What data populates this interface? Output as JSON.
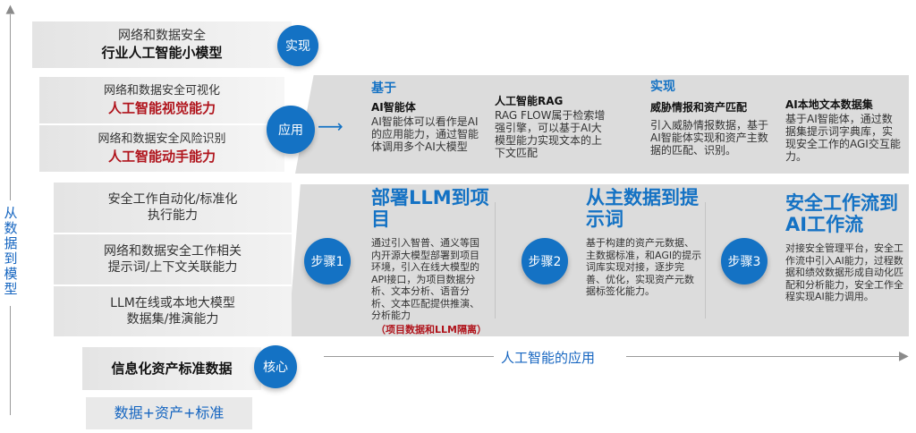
{
  "axis": {
    "label": "从数据到模型"
  },
  "layers": {
    "top": {
      "line1": "网络和数据安全",
      "line2": "行业人工智能小模型"
    },
    "app_visual": {
      "line1": "网络和数据安全可视化",
      "line2": "人工智能视觉能力"
    },
    "app_action": {
      "line1": "网络和数据安全风险识别",
      "line2": "人工智能动手能力"
    },
    "step_layer1": {
      "line1": "安全工作自动化/标准化",
      "line2": "执行能力"
    },
    "step_layer2": {
      "line1": "网络和数据安全工作相关",
      "line2": "提示词/上下文关联能力"
    },
    "step_layer3": {
      "line1": "LLM在线或本地大模型",
      "line2": "数据集/推演能力"
    },
    "core": {
      "text": "信息化资产标准数据"
    },
    "base": {
      "text": "数据+资产+标准"
    }
  },
  "badges": {
    "implement": "实现",
    "application": "应用",
    "step1": "步骤1",
    "step2": "步骤2",
    "step3": "步骤3",
    "core": "核心"
  },
  "app_panel": {
    "arrow": "⟶",
    "group_left_title": "基于",
    "group_right_title": "实现",
    "columns": [
      {
        "title": "AI智能体",
        "body": "AI智能体可以看作是AI的应用能力，通过智能体调用多个AI大模型"
      },
      {
        "title": "人工智能RAG",
        "body": "RAG FLOW属于检索增强引擎，可以基于AI大模型能力实现文本的上下文匹配"
      },
      {
        "title": "威胁情报和资产匹配",
        "body": "引入威胁情报数据，基于AI智能体实现和资产主数据的匹配、识别。"
      },
      {
        "title": "AI本地文本数据集",
        "body": "基于AI智能体，通过数据集提示词字典库，实现安全工作的AGI交互能力。"
      }
    ]
  },
  "steps_panel": {
    "steps": [
      {
        "title": "部署LLM到项目",
        "body": "通过引入智普、通义等国内开源大模型部署到项目环境，引入在线大模型的API接口，为项目数据分析、文本分析、语音分析、文本匹配提供推演、分析能力",
        "note": "（项目数据和LLM隔离）"
      },
      {
        "title": "从主数据到提示词",
        "body": "基于构建的资产元数据、主数据标准，和AGI的提示词库实现对接，逐步完善、优化，实现资产元数据标签化能力。"
      },
      {
        "title": "安全工作流到AI工作流",
        "body": "对接安全管理平台，安全工作流中引入AI能力，过程数据和绩效数据形成自动化匹配和分析能力，安全工作全程实现AI能力调用。"
      }
    ]
  },
  "ai_application": {
    "label": "人工智能的应用"
  },
  "colors": {
    "accent": "#1472c4",
    "highlight": "#b0141c",
    "panel": "#dcdcdc"
  },
  "icons": {
    "axis_arrow": "arrow-up-icon",
    "ai_arrow": "arrow-right-icon"
  }
}
